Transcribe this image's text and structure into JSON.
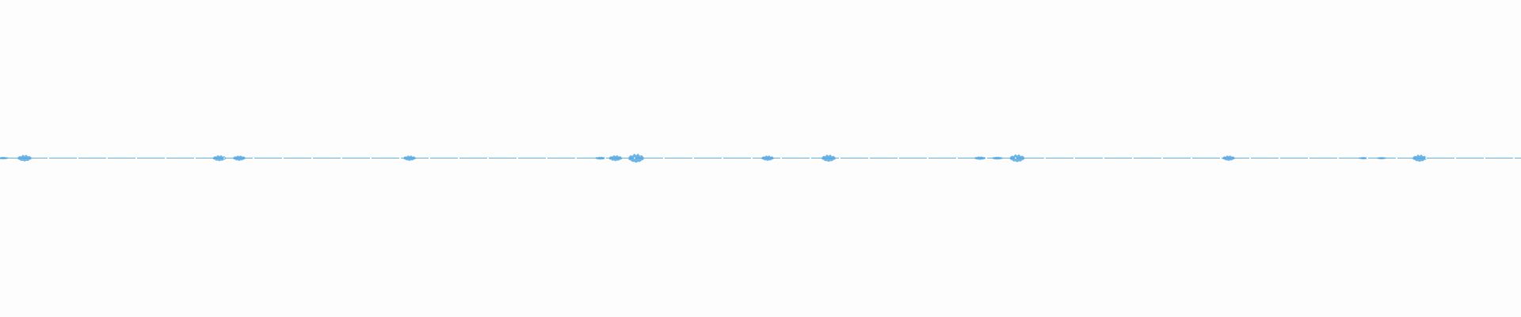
{
  "waveform": {
    "color": "#4aa3df",
    "bursts": [
      {
        "t": 0.0,
        "amp": 0.22
      },
      {
        "t": 0.014,
        "amp": 0.55
      },
      {
        "t": 0.143,
        "amp": 0.5
      },
      {
        "t": 0.156,
        "amp": 0.45
      },
      {
        "t": 0.269,
        "amp": 0.45
      },
      {
        "t": 0.395,
        "amp": 0.25
      },
      {
        "t": 0.405,
        "amp": 0.5
      },
      {
        "t": 0.419,
        "amp": 0.75
      },
      {
        "t": 0.506,
        "amp": 0.45
      },
      {
        "t": 0.546,
        "amp": 0.6
      },
      {
        "t": 0.646,
        "amp": 0.3
      },
      {
        "t": 0.658,
        "amp": 0.25
      },
      {
        "t": 0.671,
        "amp": 0.65
      },
      {
        "t": 0.811,
        "amp": 0.45
      },
      {
        "t": 0.9,
        "amp": 0.2
      },
      {
        "t": 0.912,
        "amp": 0.2
      },
      {
        "t": 0.937,
        "amp": 0.6
      }
    ]
  }
}
